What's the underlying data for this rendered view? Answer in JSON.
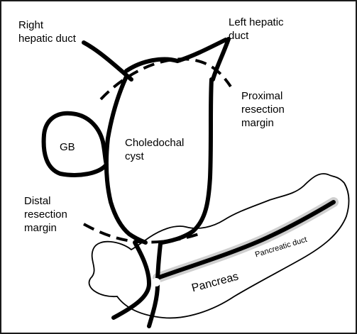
{
  "labels": {
    "right_hepatic_duct": "Right\nhepatic duct",
    "left_hepatic_duct": "Left hepatic\nduct",
    "proximal_margin": "Proximal\nresection\nmargin",
    "gb": "GB",
    "choledochal_cyst": "Choledochal\ncyst",
    "distal_margin": "Distal\nresection\nmargin",
    "pancreatic_duct": "Pancreatic duct",
    "pancreas": "Pancreas"
  },
  "colors": {
    "line": "#000000",
    "background": "#ffffff",
    "frame": "#1a1a1a"
  }
}
